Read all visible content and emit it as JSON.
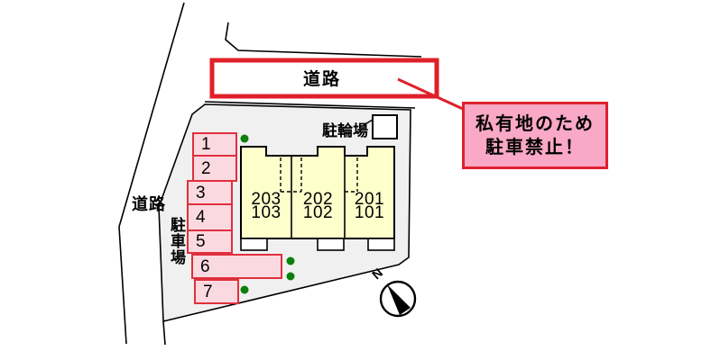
{
  "road": {
    "top_label": "道路",
    "left_label": "道路"
  },
  "parking": {
    "area_label": "駐車場",
    "spaces": [
      {
        "label": "1"
      },
      {
        "label": "2"
      },
      {
        "label": "3"
      },
      {
        "label": "4"
      },
      {
        "label": "5"
      },
      {
        "label": "6"
      },
      {
        "label": "7"
      }
    ]
  },
  "building": {
    "units": [
      {
        "upper": "203",
        "lower": "103"
      },
      {
        "upper": "202",
        "lower": "102"
      },
      {
        "upper": "201",
        "lower": "101"
      }
    ]
  },
  "bicycle": {
    "label": "駐輪場"
  },
  "annotation": {
    "line1": "私有地のため",
    "line2": "駐車禁止！"
  },
  "compass": {
    "label": "N"
  },
  "colors": {
    "accent_red": "#e02028",
    "parking_pink": "#fbd9e1",
    "annotation_pink": "#f9a8c5",
    "building_yellow": "#ffffcc",
    "ground_gray": "#f0f0f0",
    "tree_green": "#0a800a"
  }
}
